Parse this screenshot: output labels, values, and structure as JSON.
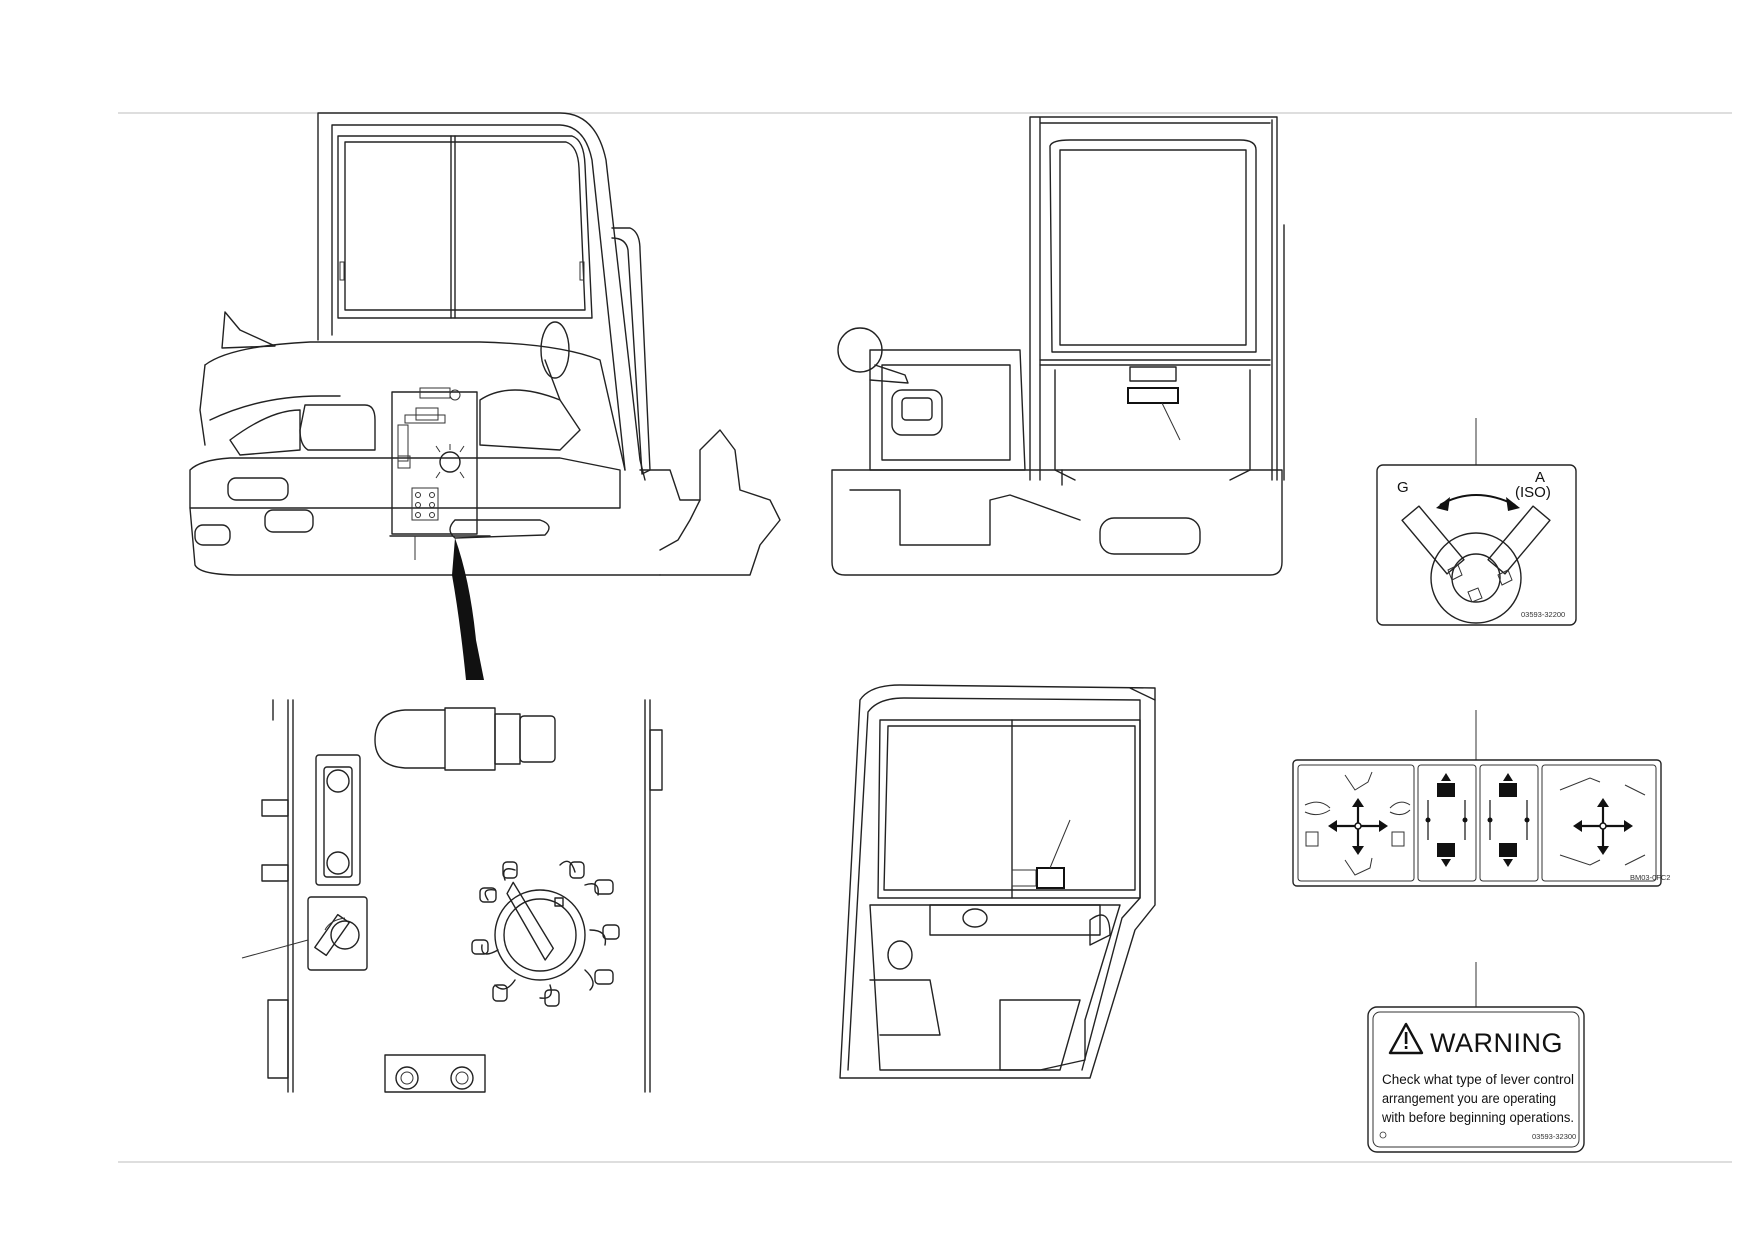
{
  "decal_lever_pattern": {
    "label_left": "G",
    "label_right_line1": "A",
    "label_right_line2": "(ISO)",
    "part_number": "03593-32200"
  },
  "decal_warning": {
    "title": "WARNING",
    "body_lines": [
      "Check what type of lever control",
      "arrangement you are operating",
      "with before beginning operations."
    ],
    "part_number": "03593-32300"
  },
  "decal_control_pattern": {
    "part_number": "BM03-0FC2"
  }
}
